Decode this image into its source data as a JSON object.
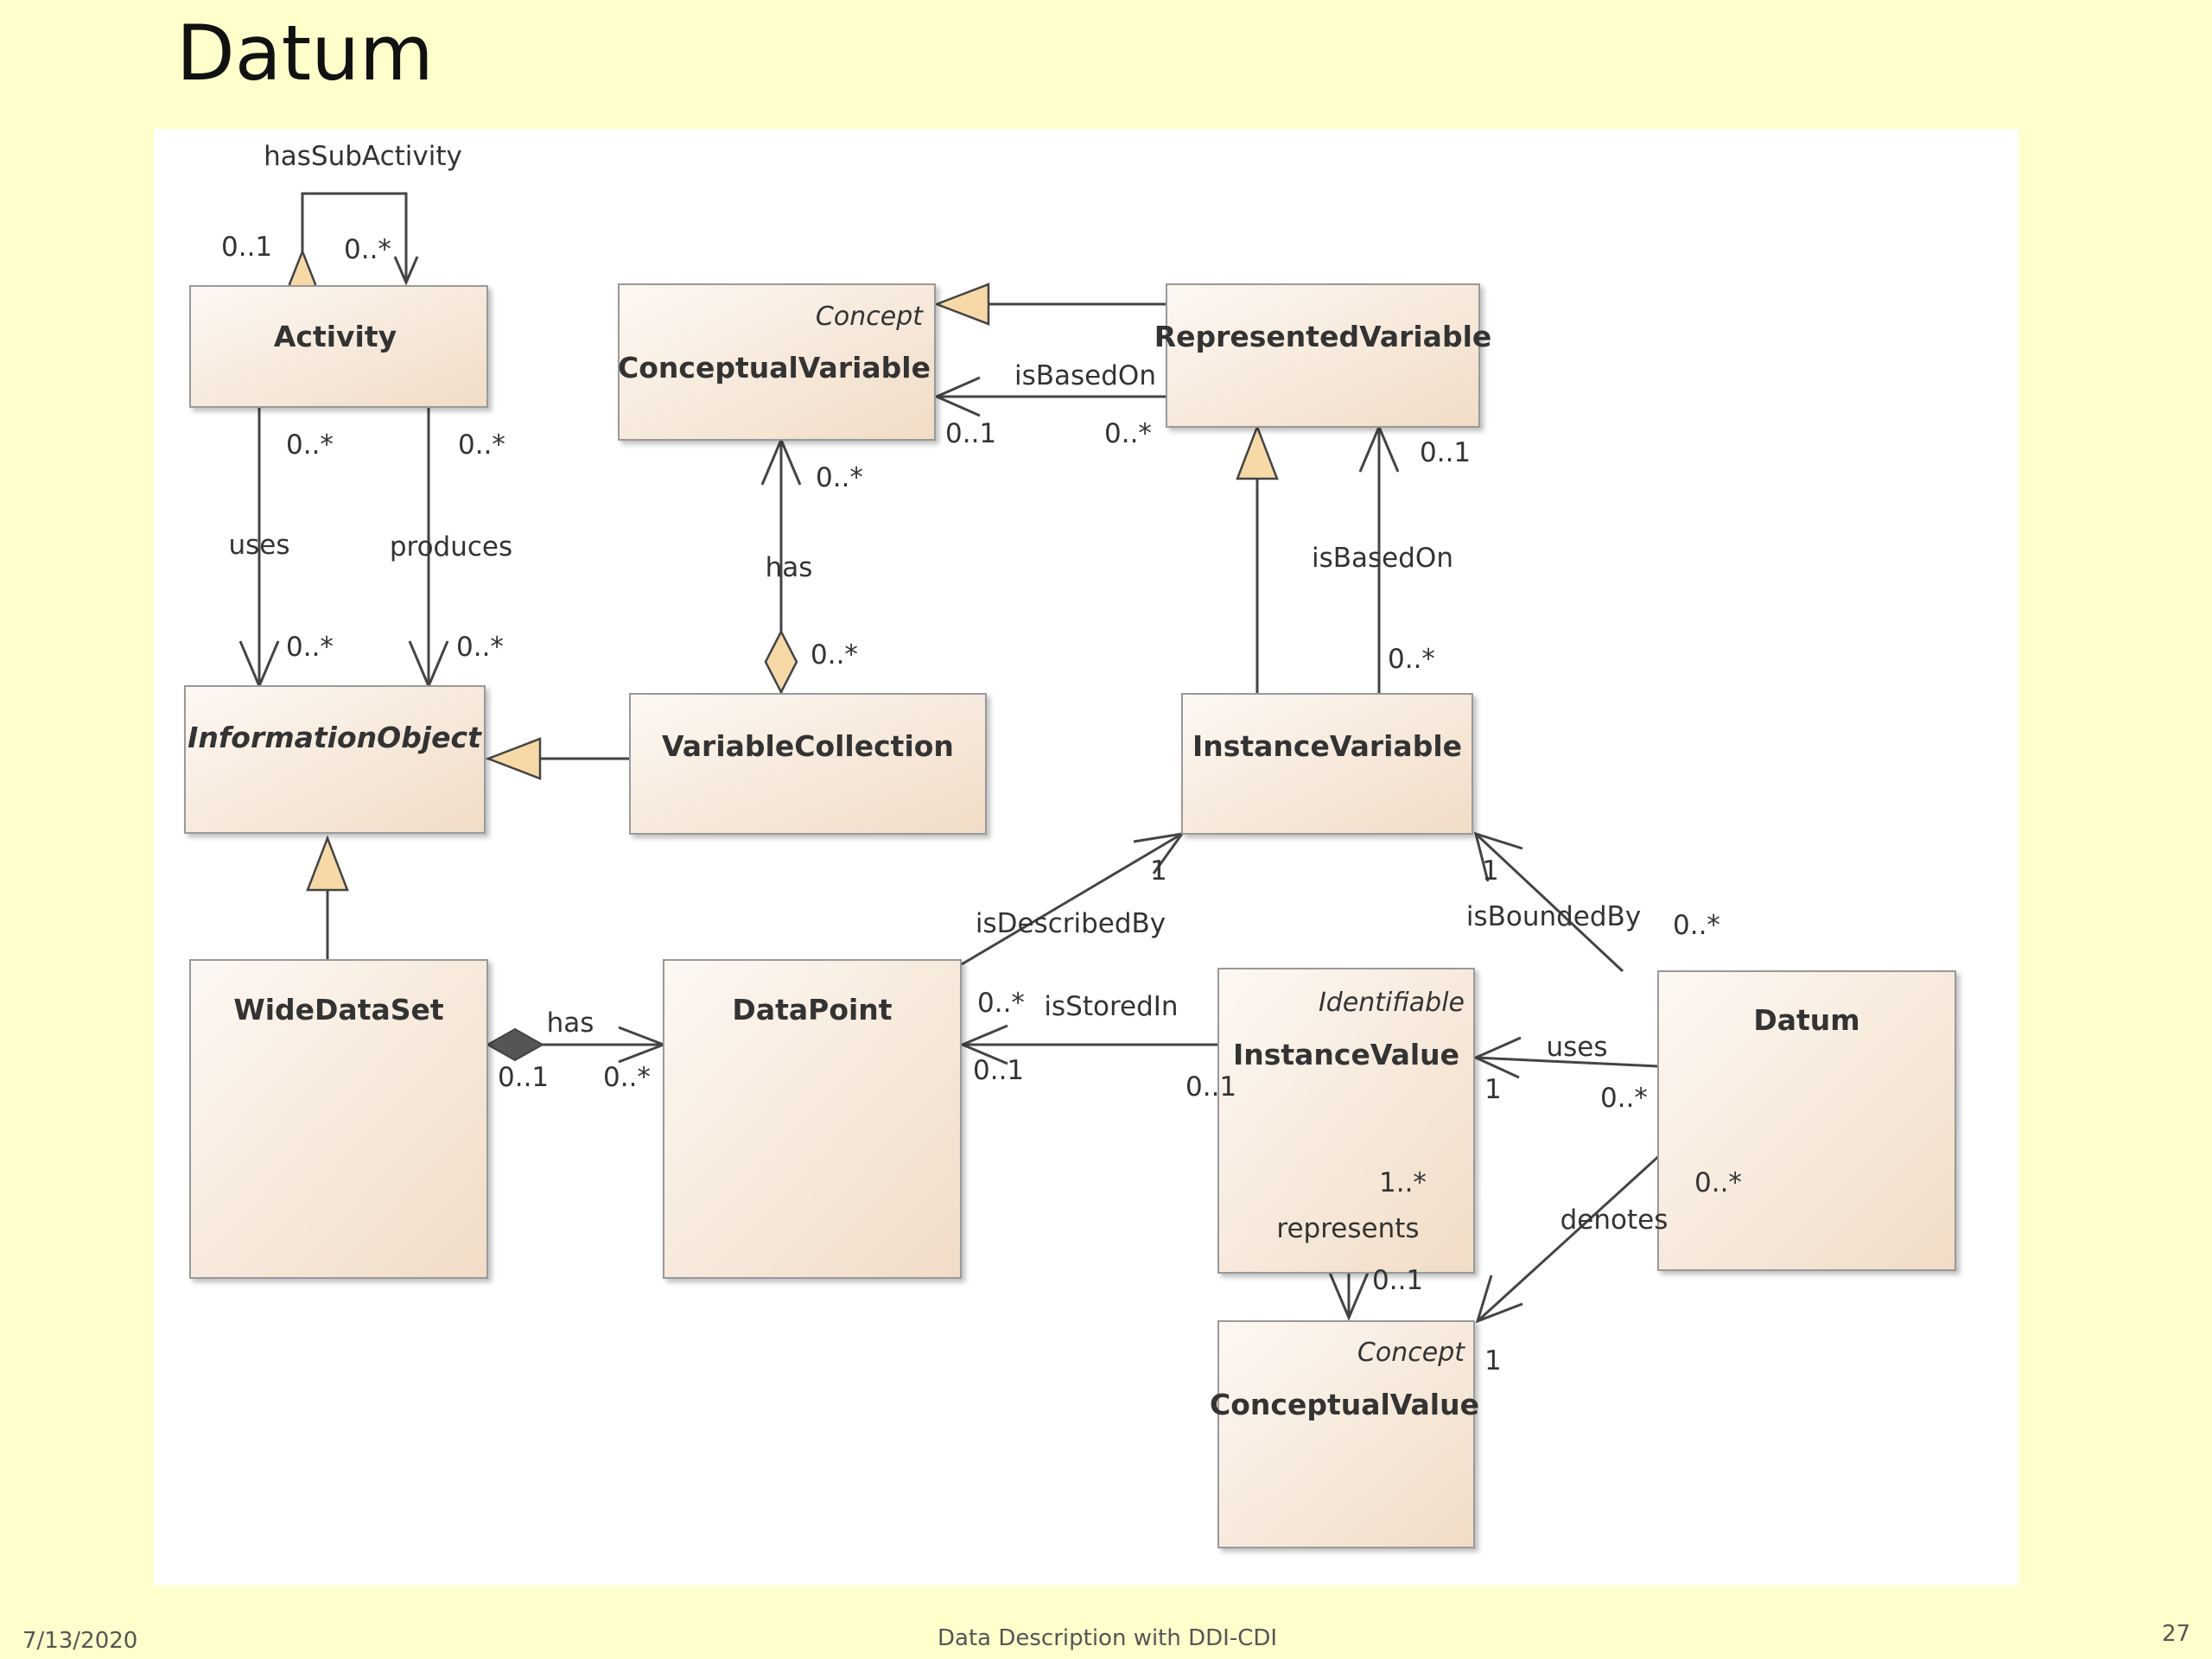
{
  "slide": {
    "title": "Datum",
    "footer_date": "7/13/2020",
    "footer_center": "Data Description with DDI-CDI",
    "page_number": "27"
  },
  "colors": {
    "background": "#ffffcc",
    "class_fill_light": "#fdf8f3",
    "class_fill_dark": "#f1dcc6",
    "generalization_arrow": "#f7d9a8",
    "aggregation_diamond": "#f7d9a8",
    "composition_diamond": "#555555"
  },
  "classes": {
    "activity": {
      "name": "Activity"
    },
    "conceptual_variable": {
      "name": "ConceptualVariable",
      "stereotype": "Concept"
    },
    "represented_variable": {
      "name": "RepresentedVariable"
    },
    "information_object": {
      "name": "InformationObject"
    },
    "variable_collection": {
      "name": "VariableCollection"
    },
    "instance_variable": {
      "name": "InstanceVariable"
    },
    "wide_data_set": {
      "name": "WideDataSet"
    },
    "data_point": {
      "name": "DataPoint"
    },
    "instance_value": {
      "name": "InstanceValue",
      "stereotype": "Identifiable"
    },
    "datum": {
      "name": "Datum"
    },
    "conceptual_value": {
      "name": "ConceptualValue",
      "stereotype": "Concept"
    }
  },
  "relations": {
    "has_sub_activity": {
      "label": "hasSubActivity",
      "source_mult": "0..1",
      "target_mult": "0..*"
    },
    "uses_activity": {
      "label": "uses",
      "source_mult": "0..*",
      "target_mult": "0..*"
    },
    "produces": {
      "label": "produces",
      "source_mult": "0..*",
      "target_mult": "0..*"
    },
    "has_collection": {
      "label": "has",
      "source_mult": "0..*",
      "target_mult": "0..*"
    },
    "is_based_on_rv": {
      "label": "isBasedOn",
      "source_mult": "0..*",
      "target_mult": "0..1"
    },
    "is_based_on_iv": {
      "label": "isBasedOn",
      "source_mult": "0..*",
      "target_mult": "0..1"
    },
    "is_described_by": {
      "label": "isDescribedBy",
      "target_mult": "1"
    },
    "is_bounded_by": {
      "label": "isBoundedBy",
      "source_mult": "0..*",
      "target_mult": "1"
    },
    "has_datapoint": {
      "label": "has",
      "source_mult": "0..1",
      "target_mult": "0..*"
    },
    "is_stored_in": {
      "label": "isStoredIn",
      "source_mult": "0..1",
      "target_mult_a": "0..*",
      "target_mult_b": "0..1"
    },
    "uses_datum": {
      "label": "uses",
      "source_mult": "0..*",
      "target_mult": "1"
    },
    "represents": {
      "label": "represents",
      "source_mult": "1..*",
      "target_mult": "0..1"
    },
    "denotes": {
      "label": "denotes",
      "source_mult": "0..*",
      "target_mult": "1"
    }
  }
}
